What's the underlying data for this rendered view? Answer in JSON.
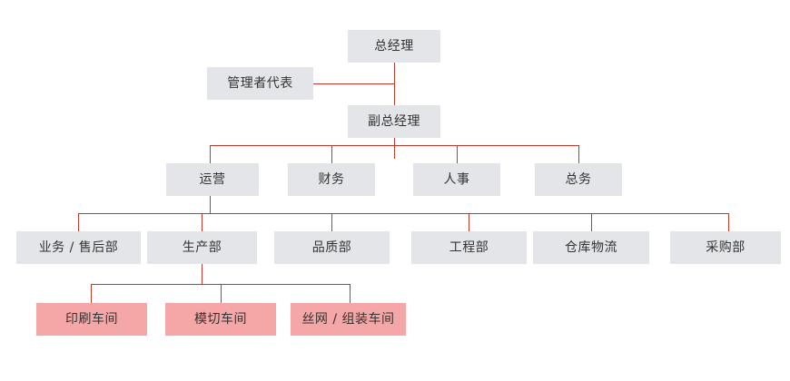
{
  "chart_data": {
    "type": "diagram",
    "title": "",
    "diagram_kind": "organizational-chart",
    "orientation": "top-down",
    "colors": {
      "node_fill": "#e4e5e8",
      "workshop_fill": "#f5a6a6",
      "connector": "#c0392b",
      "text": "#333333",
      "background": "#ffffff"
    },
    "levels": [
      {
        "level": 0,
        "labels": [
          "总经理"
        ]
      },
      {
        "level": 1,
        "labels": [
          "管理者代表",
          "副总经理"
        ]
      },
      {
        "level": 2,
        "labels": [
          "运营",
          "财务",
          "人事",
          "总务"
        ]
      },
      {
        "level": 3,
        "labels": [
          "业务 / 售后部",
          "生产部",
          "品质部",
          "工程部",
          "仓库物流",
          "采购部"
        ]
      },
      {
        "level": 4,
        "labels": [
          "印刷车间",
          "模切车间",
          "丝网 / 组装车间"
        ]
      }
    ],
    "edges": [
      {
        "from": "总经理",
        "to": "副总经理"
      },
      {
        "from": "管理者代表",
        "to": "总经理-副总经理-link"
      },
      {
        "from": "副总经理",
        "to": "运营"
      },
      {
        "from": "副总经理",
        "to": "财务"
      },
      {
        "from": "副总经理",
        "to": "人事"
      },
      {
        "from": "副总经理",
        "to": "总务"
      },
      {
        "from": "运营",
        "to": "业务 / 售后部"
      },
      {
        "from": "运营",
        "to": "生产部"
      },
      {
        "from": "运营",
        "to": "品质部"
      },
      {
        "from": "运营",
        "to": "工程部"
      },
      {
        "from": "运营",
        "to": "仓库物流"
      },
      {
        "from": "运营",
        "to": "采购部"
      },
      {
        "from": "生产部",
        "to": "印刷车间"
      },
      {
        "from": "生产部",
        "to": "模切车间"
      },
      {
        "from": "生产部",
        "to": "丝网 / 组装车间"
      }
    ]
  },
  "nodes": {
    "general_manager": "总经理",
    "management_representative": "管理者代表",
    "deputy_general_manager": "副总经理",
    "operations": "运营",
    "finance": "财务",
    "human_resources": "人事",
    "general_affairs": "总务",
    "sales_aftersales": "业务 / 售后部",
    "production": "生产部",
    "quality": "品质部",
    "engineering": "工程部",
    "warehouse_logistics": "仓库物流",
    "purchasing": "采购部",
    "printing_workshop": "印刷车间",
    "diecutting_workshop": "模切车间",
    "screen_assembly_workshop": "丝网 / 组装车间"
  }
}
